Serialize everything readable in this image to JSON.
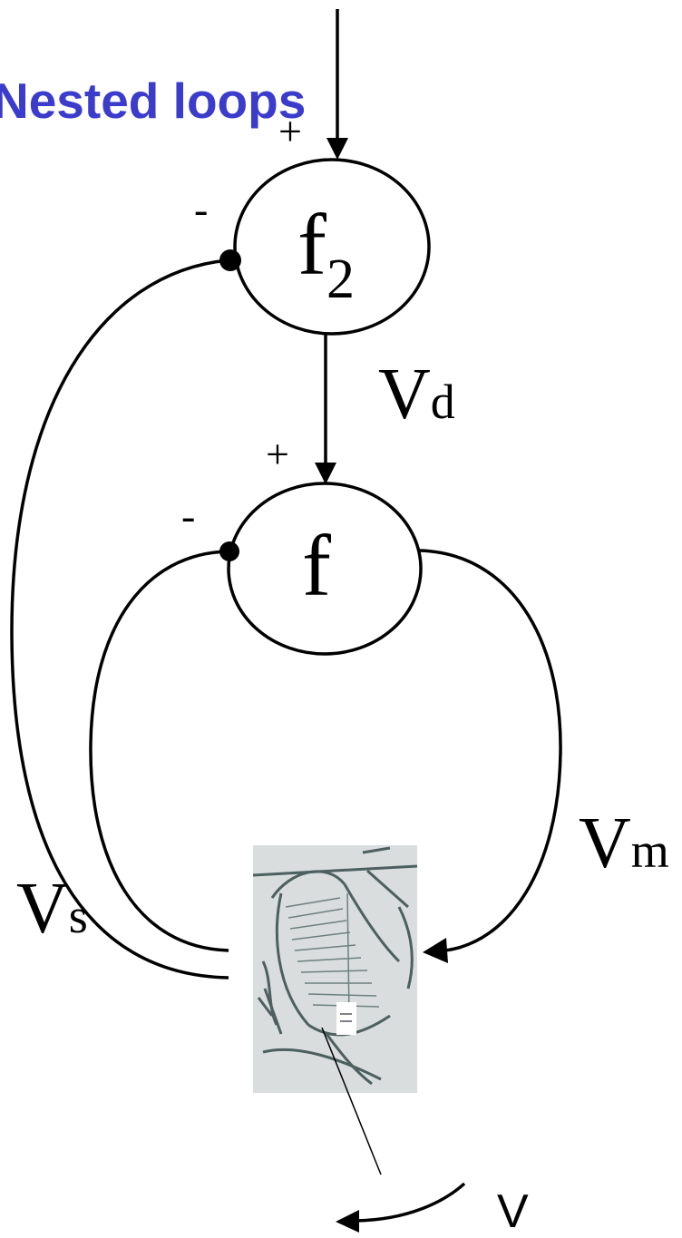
{
  "title": "Nested loops",
  "title_color": "#3b3bcc",
  "nodes": {
    "f2": {
      "main": "f",
      "sub": "2"
    },
    "f": {
      "main": "f"
    }
  },
  "signs": {
    "f2_plus": "+",
    "f2_minus": "-",
    "f_plus": "+",
    "f_minus": "-"
  },
  "labels": {
    "vd": {
      "main": "V",
      "sub": "d"
    },
    "vm": {
      "main": "V",
      "sub": "m"
    },
    "vs": {
      "main": "V",
      "sub": "s"
    },
    "v": "V"
  },
  "image": {
    "description_icon": "muscle-spindle-sketch"
  }
}
